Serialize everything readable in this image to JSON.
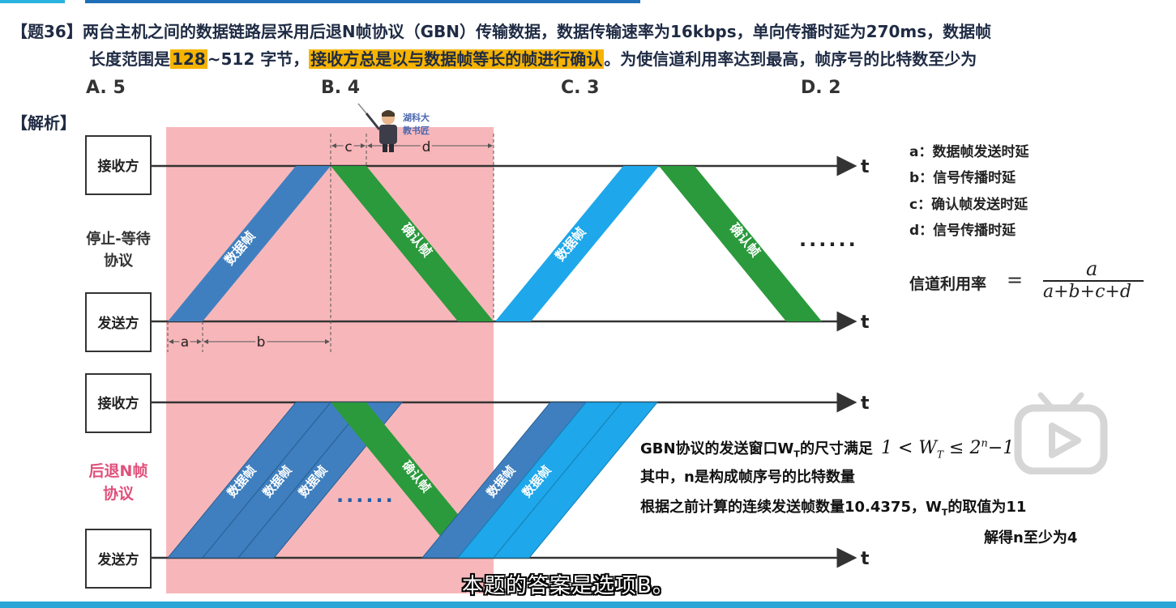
{
  "question": {
    "number": "【题36】",
    "line1": "两台主机之间的数据链路层采用后退N帧协议（GBN）传输数据，数据传输速率为16kbps，单向传播时延为270ms，数据帧",
    "line2_pre": "长度范围是",
    "line2_hl1": "128",
    "line2_mid": "~512 字节，",
    "line2_hl2": "接收方总是以与数据帧等长的帧进行确认",
    "line2_post": "。为使信道利用率达到最高，帧序号的比特数至少为"
  },
  "options": [
    "A. 5",
    "B. 4",
    "C. 3",
    "D. 2"
  ],
  "analysis_label": "【解析】",
  "diagram": {
    "receiver_label": "接收方",
    "sender_label": "发送方",
    "stop_wait_label_1": "停止-等待",
    "stop_wait_label_2": "协议",
    "gbn_label_1": "后退N帧",
    "gbn_label_2": "协议",
    "time_axis": "t",
    "data_frame": "数据帧",
    "ack_frame": "确认帧",
    "ellipsis": "......",
    "dim_a": "a",
    "dim_b": "b",
    "dim_c": "c",
    "dim_d": "d",
    "watermark_1": "湖科大",
    "watermark_2": "教书匠",
    "colors": {
      "shade": "#f7b3b6",
      "data_frame": "#3f7fbf",
      "data_frame_blue": "#1ea7ea",
      "ack_frame": "#2a9a3c",
      "gbn_label": "#e0507a"
    }
  },
  "legend": [
    "a：数据帧发送时延",
    "b：信号传播时延",
    "c：确认帧发送时延",
    "d：信号传播时延"
  ],
  "utilization": {
    "label": "信道利用率",
    "equals": "=",
    "numerator": "a",
    "denominator": "a+b+c+d"
  },
  "gbn_notes": {
    "line1_text": "GBN协议的发送窗口W",
    "line1_sub": "T",
    "line1_text2": "的尺寸满足",
    "formula_1": "1",
    "formula_lt": "<",
    "formula_w": "W",
    "formula_sub": "T",
    "formula_le": "≤",
    "formula_2n": "2",
    "formula_n": "n",
    "formula_minus1": "−1",
    "line2": "其中，n是构成帧序号的比特数量",
    "line3_text": "根据之前计算的连续发送帧数量10.4375，W",
    "line3_sub": "T",
    "line3_text2": "的取值为11",
    "line4": "解得n至少为4"
  },
  "subtitle": "本题的答案是选项B。"
}
